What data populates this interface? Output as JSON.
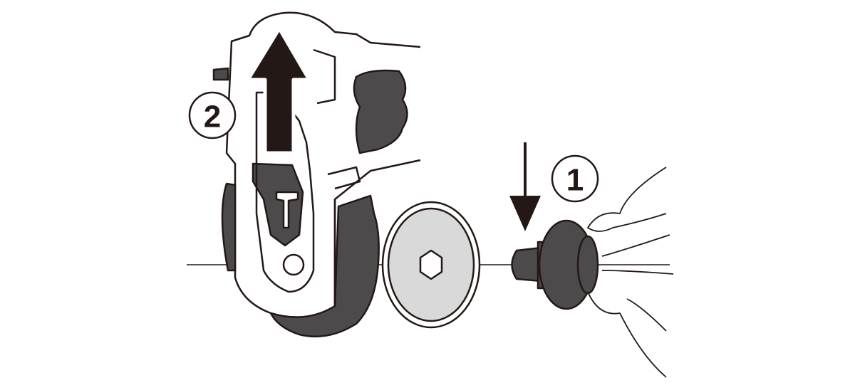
{
  "diagram": {
    "steps": [
      {
        "number": "2",
        "description_arrow": "up"
      },
      {
        "number": "1",
        "description_arrow": "down"
      }
    ],
    "colors": {
      "ink": "#231815",
      "dark_part": "#4d4a4b",
      "disc": "#d9d9d9"
    }
  }
}
